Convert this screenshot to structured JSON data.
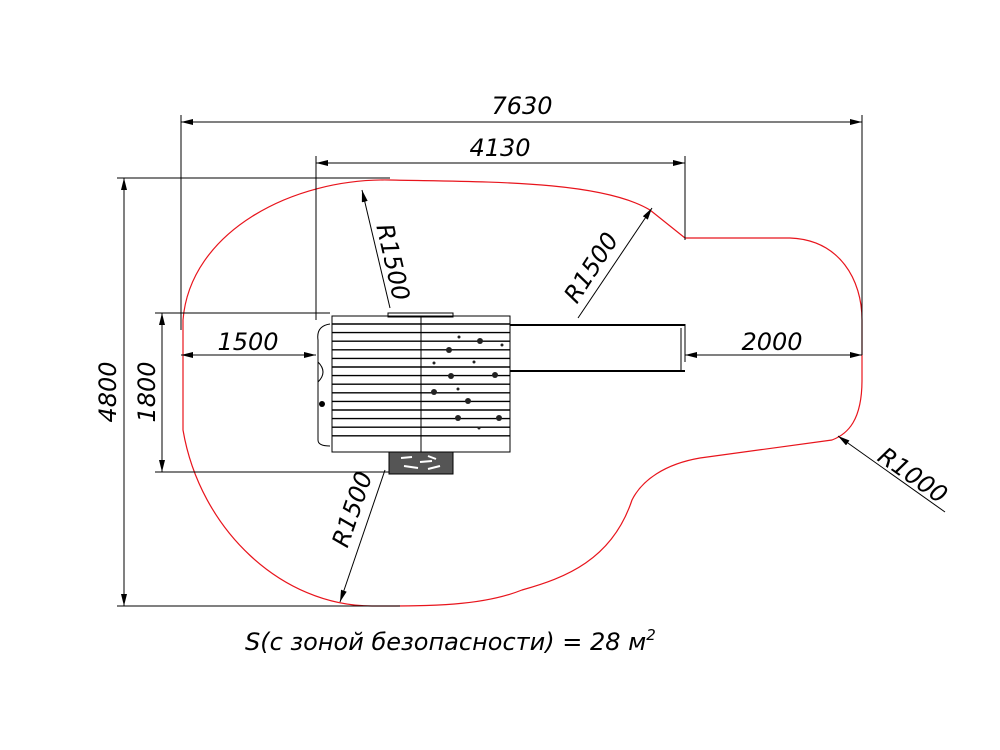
{
  "drawing": {
    "dimensions": {
      "overall_length": "7630",
      "equipment_length": "4130",
      "overall_width": "4800",
      "equipment_width": "1800",
      "left_clearance": "1500",
      "right_clearance": "2000"
    },
    "radii": {
      "top_left": "R1500",
      "top_right": "R1500",
      "bottom": "R1500",
      "right": "R1000"
    },
    "caption": {
      "text": "S(с зоной безопасности) = 28 м",
      "superscript": "2"
    },
    "colors": {
      "safety_zone": "#e8141c",
      "lines": "#000000"
    }
  }
}
